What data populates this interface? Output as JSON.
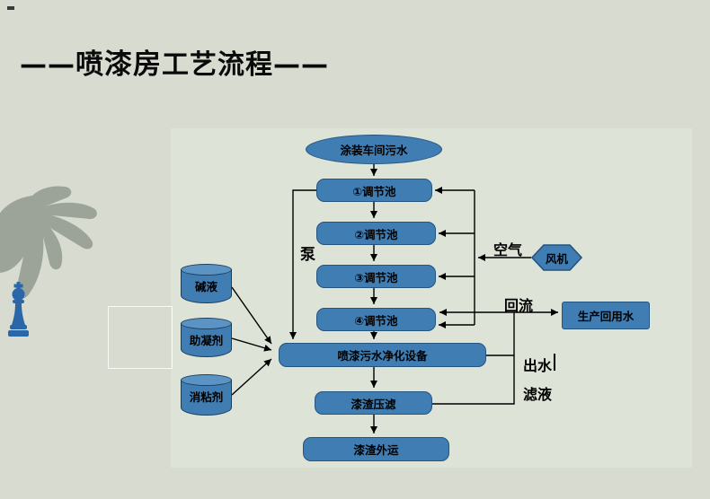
{
  "title": {
    "prefix_dash": "——",
    "bold_text": "喷漆房",
    "normal_text": "工艺流程",
    "suffix_dash": "——"
  },
  "flow": {
    "source": "涂装车间污水",
    "tank1": "①调节池",
    "tank2": "②调节池",
    "tank3": "③调节池",
    "tank4": "④调节池",
    "fan": "风机",
    "reuse_water": "生产回用水",
    "purifier": "喷漆污水净化设备",
    "sludge_press": "漆渣压滤",
    "sludge_out": "漆渣外运"
  },
  "chemicals": {
    "alkali": "碱液",
    "coagulant_aid": "助凝剂",
    "detackifier": "消粘剂"
  },
  "labels": {
    "pump": "泵",
    "air": "空气",
    "reflux": "回流",
    "outlet": "出水",
    "filtrate": "滤液"
  },
  "colors": {
    "page_bg": "#d8dcd0",
    "panel_bg": "#dde3d7",
    "node_fill": "#3f7db2",
    "node_border": "#24557f",
    "cylinder_top": "#5b94c4",
    "arrow": "#000000",
    "hand": "#9ca49a",
    "chess": "#2a66a8"
  }
}
